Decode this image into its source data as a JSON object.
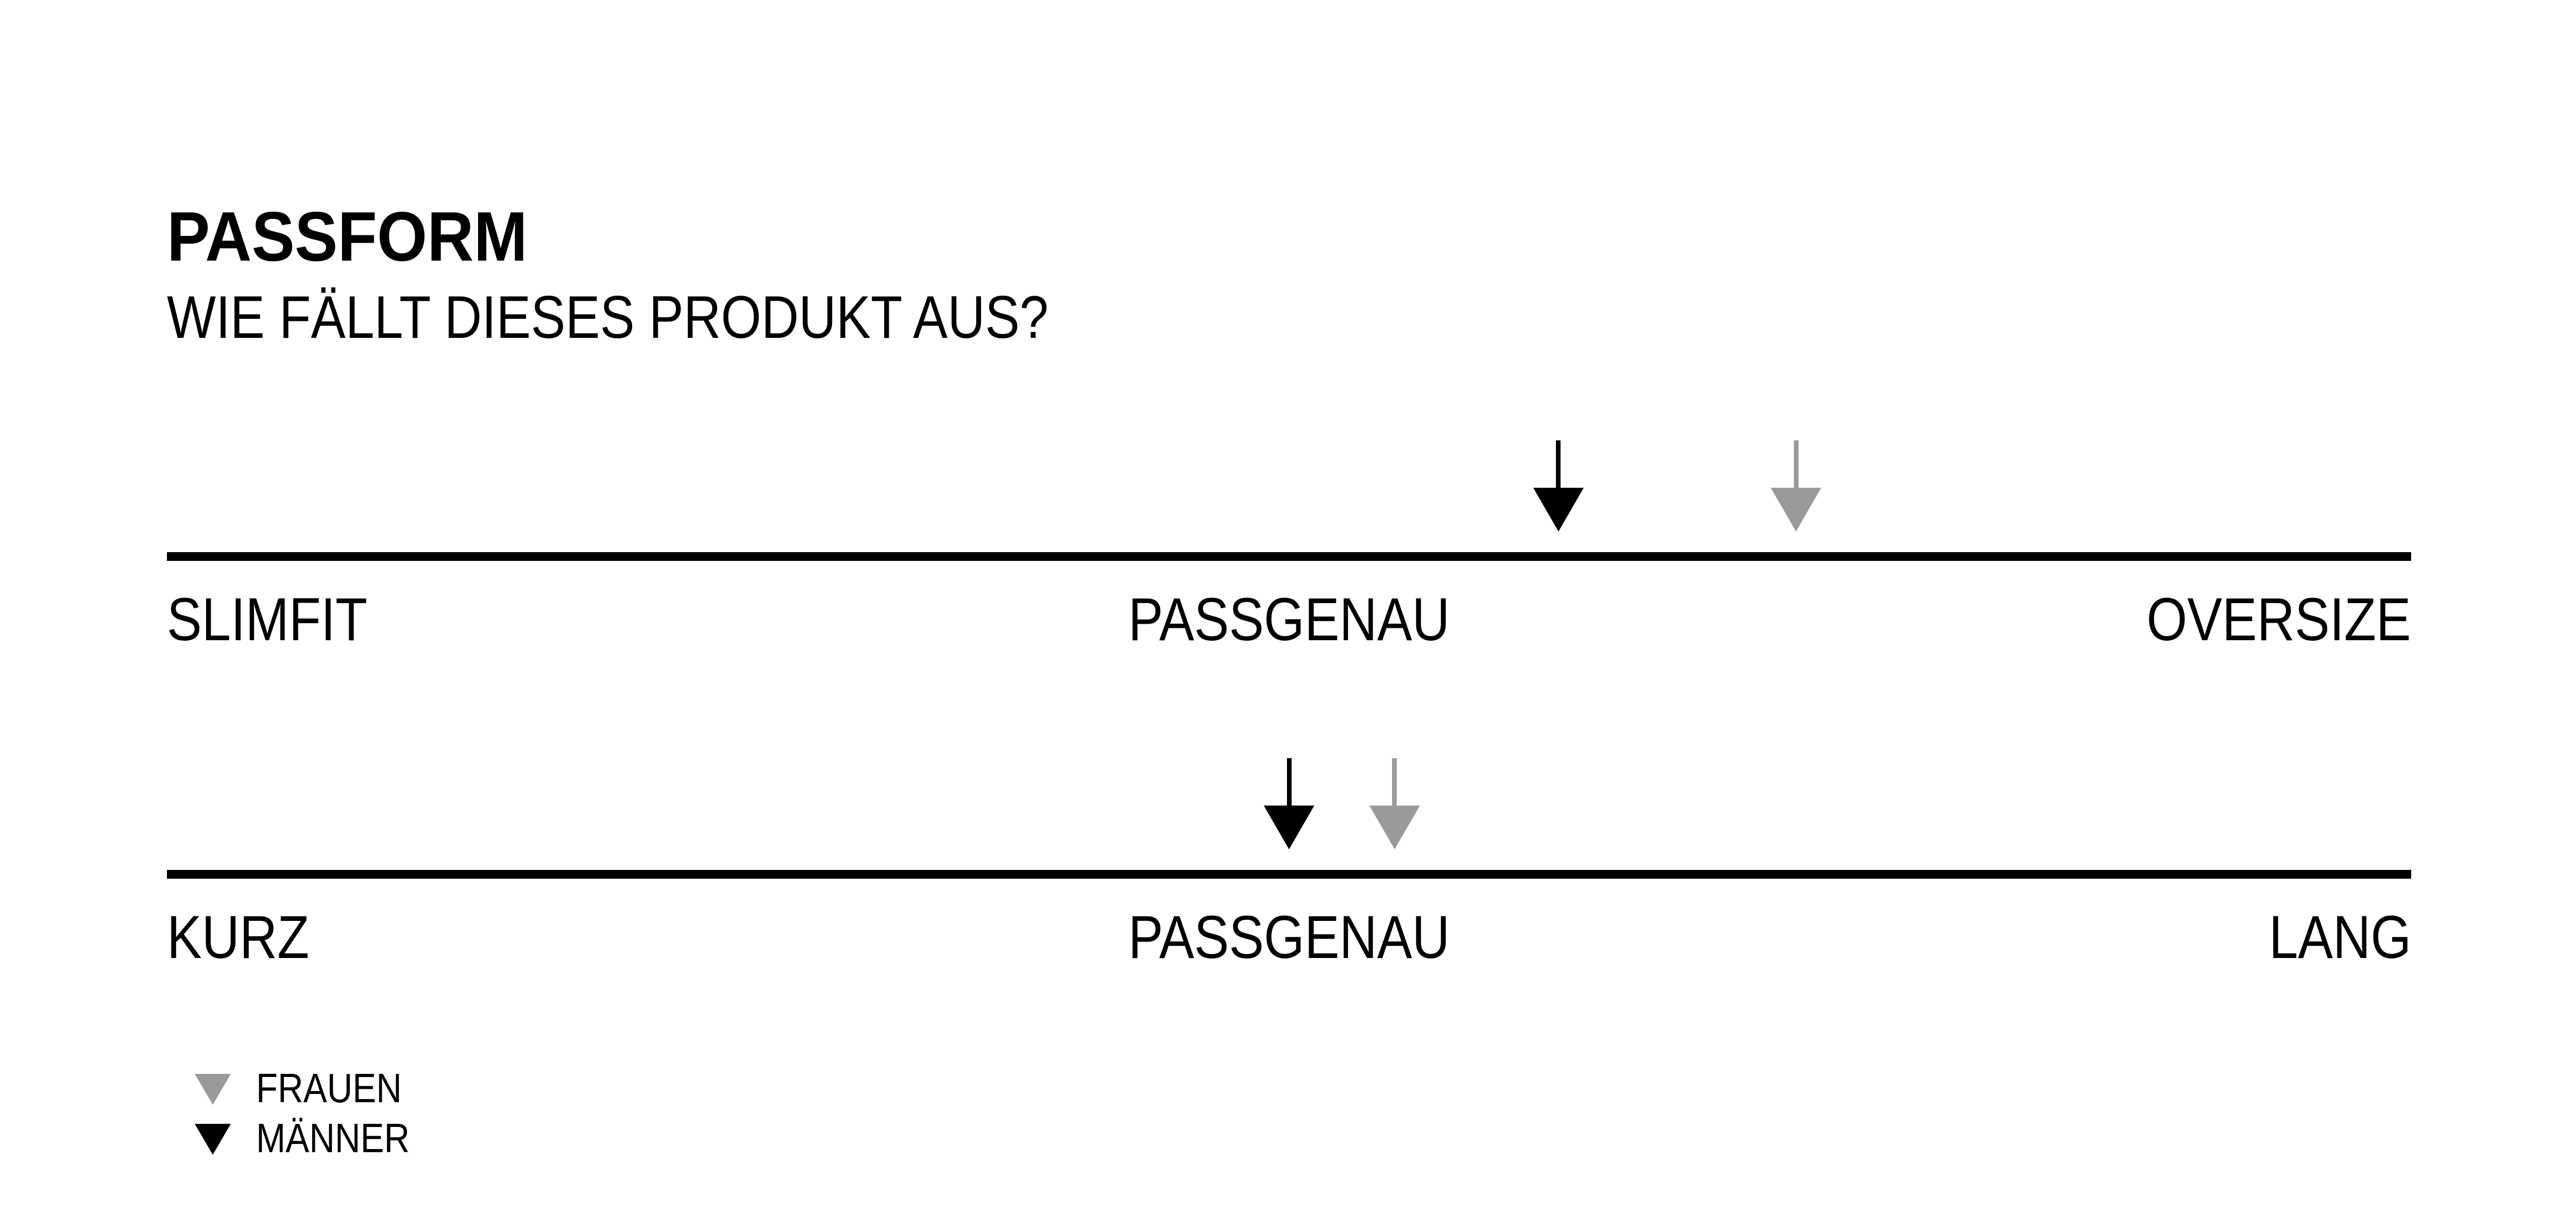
{
  "title": "PASSFORM",
  "subtitle": "WIE FÄLLT DIESES PRODUKT AUS?",
  "colors": {
    "black": "#000000",
    "gray": "#9a9a9a",
    "background": "#ffffff"
  },
  "chart_data": [
    {
      "type": "scale",
      "labels": {
        "left": "SLIMFIT",
        "center": "PASSGENAU",
        "right": "OVERSIZE"
      },
      "range": [
        0,
        1
      ],
      "markers": [
        {
          "name": "MÄNNER",
          "color": "#000000",
          "position": 0.62
        },
        {
          "name": "FRAUEN",
          "color": "#9a9a9a",
          "position": 0.726
        }
      ]
    },
    {
      "type": "scale",
      "labels": {
        "left": "KURZ",
        "center": "PASSGENAU",
        "right": "LANG"
      },
      "range": [
        0,
        1
      ],
      "markers": [
        {
          "name": "MÄNNER",
          "color": "#000000",
          "position": 0.5
        },
        {
          "name": "FRAUEN",
          "color": "#9a9a9a",
          "position": 0.547
        }
      ]
    }
  ],
  "legend": {
    "items": [
      {
        "label": "FRAUEN",
        "color": "#9a9a9a"
      },
      {
        "label": "MÄNNER",
        "color": "#000000"
      }
    ]
  }
}
